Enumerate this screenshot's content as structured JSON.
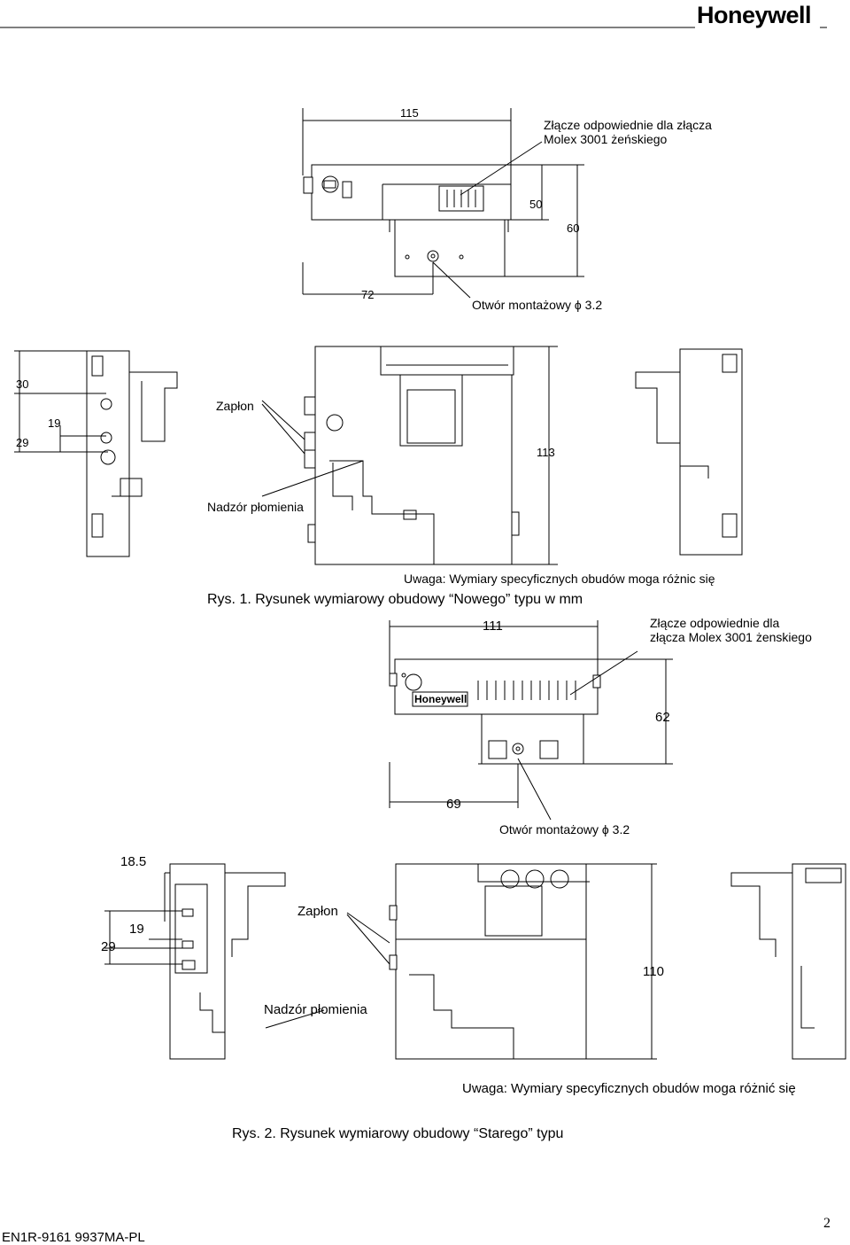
{
  "header": {
    "logo_text": "Honeywell"
  },
  "figure1": {
    "top_view": {
      "dim_width": "115",
      "connector_note_line1": "Złącze odpowiednie  dla złącza",
      "connector_note_line2": "Molex 3001 żeńskiego",
      "dim_50": "50",
      "dim_60": "60",
      "dim_72": "72",
      "mounting_hole": "Otwór montażowy ϕ 3.2"
    },
    "side_view": {
      "dim_30": "30",
      "dim_19": "19",
      "dim_29": "29",
      "ignition": "Zapłon",
      "dim_113": "113",
      "flame_monitoring": "Nadzór płomienia"
    },
    "note": "Uwaga: Wymiary specyficznych obudów moga różnic się",
    "caption": "Rys. 1. Rysunek wymiarowy obudowy “Nowego” typu w mm"
  },
  "figure2": {
    "top_view": {
      "dim_width": "111",
      "connector_note_line1": "Złącze odpowiednie dla",
      "connector_note_line2": "złącza Molex  3001 żenskiego",
      "dim_62": "62",
      "dim_69": "69",
      "mounting_hole": "Otwór montażowy ϕ 3.2",
      "logo_on_device": "Honeywell"
    },
    "side_view": {
      "dim_18_5": "18.5",
      "dim_19": "19",
      "dim_29": "29",
      "ignition": "Zapłon",
      "dim_110": "110",
      "flame_monitoring": "Nadzór płomienia"
    },
    "note": "Uwaga: Wymiary specyficznych obudów moga różnić się",
    "caption": "Rys. 2. Rysunek wymiarowy obudowy “Starego” typu"
  },
  "footer": {
    "doc_code": "EN1R-9161 9937MA-PL",
    "page_number": "2"
  }
}
